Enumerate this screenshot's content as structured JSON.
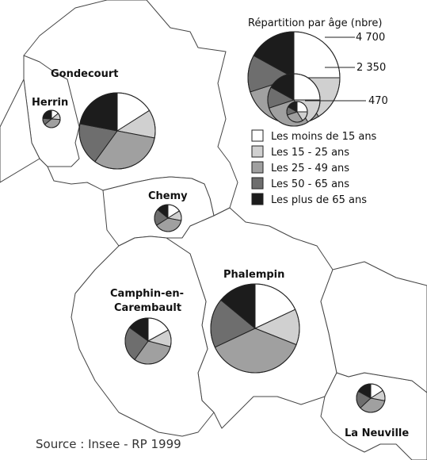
{
  "legend": {
    "title": "Répartition par âge (nbre)",
    "scale_values": [
      "4 700",
      "2 350",
      "470"
    ],
    "items": [
      {
        "label": "Les moins de 15 ans",
        "color": "#ffffff"
      },
      {
        "label": "Les 15 - 25 ans",
        "color": "#d0d0d0"
      },
      {
        "label": "Les 25 - 49 ans",
        "color": "#a0a0a0"
      },
      {
        "label": "Les 50 - 65 ans",
        "color": "#6e6e6e"
      },
      {
        "label": "Les plus de 65 ans",
        "color": "#1c1c1c"
      }
    ]
  },
  "communes": [
    {
      "name": "Gondecourt",
      "shares": [
        0.16,
        0.12,
        0.32,
        0.18,
        0.22
      ]
    },
    {
      "name": "Herrin",
      "shares": [
        0.14,
        0.12,
        0.38,
        0.12,
        0.24
      ]
    },
    {
      "name": "Chemy",
      "shares": [
        0.16,
        0.12,
        0.38,
        0.2,
        0.14
      ]
    },
    {
      "name": "Phalempin",
      "shares": [
        0.18,
        0.13,
        0.37,
        0.18,
        0.14
      ]
    },
    {
      "name": "Camphin-en-\nCarembault",
      "label_lines": [
        "Camphin-en-",
        "Carembault"
      ],
      "shares": [
        0.17,
        0.12,
        0.31,
        0.25,
        0.15
      ]
    },
    {
      "name": "La Neuville",
      "shares": [
        0.16,
        0.12,
        0.35,
        0.2,
        0.17
      ]
    }
  ],
  "scale_pie_shares": [
    0.25,
    0.16,
    0.29,
    0.13,
    0.17
  ],
  "source": "Source : Insee - RP 1999"
}
